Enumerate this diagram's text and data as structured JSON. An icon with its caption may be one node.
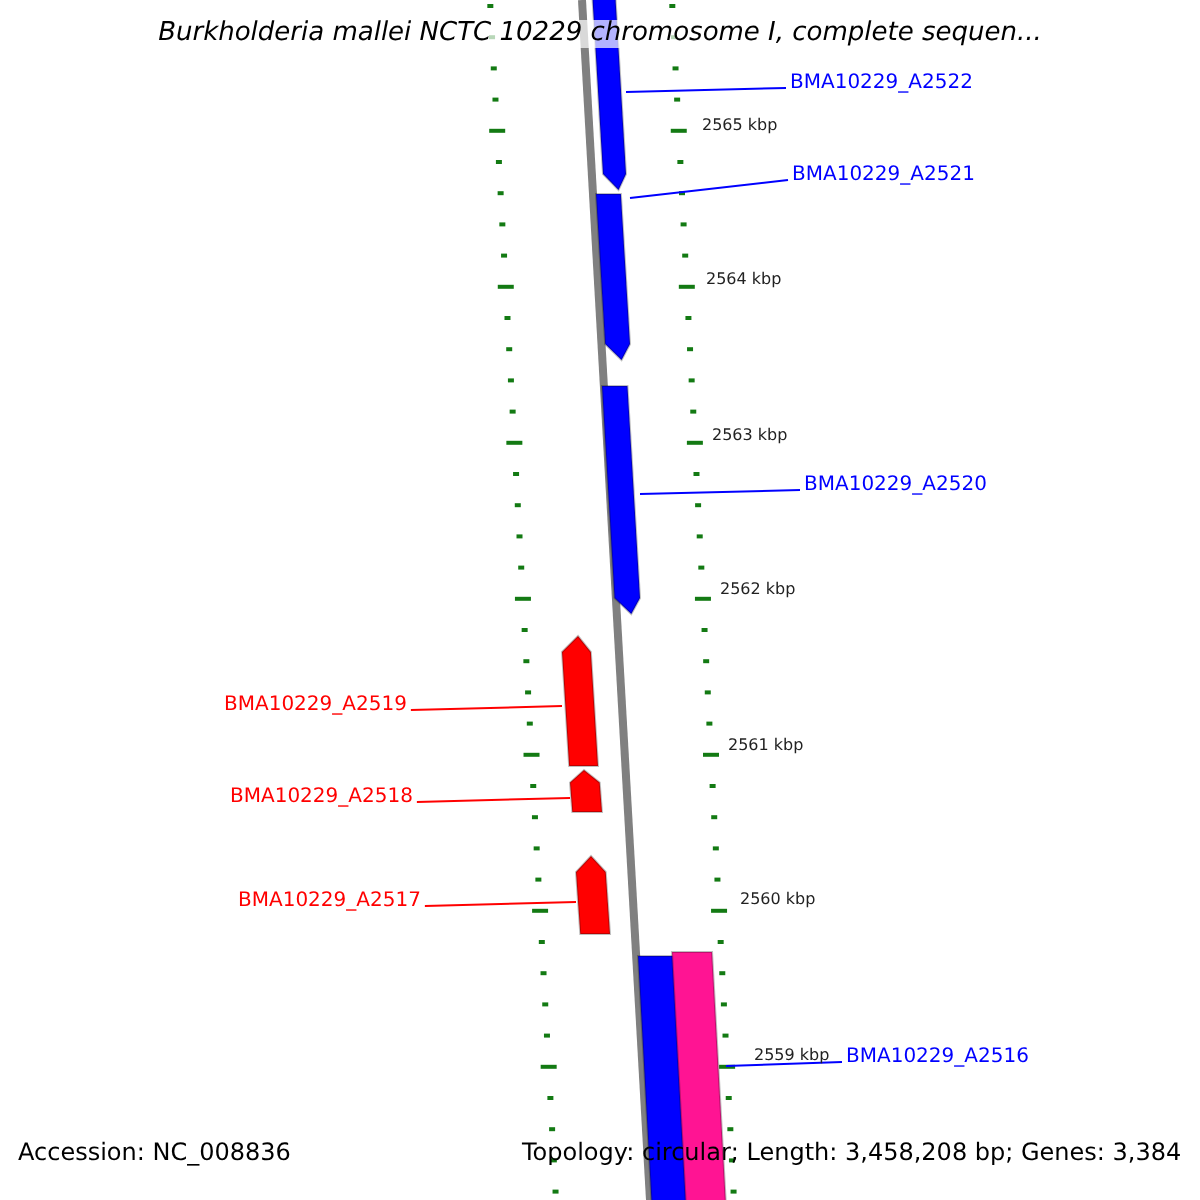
{
  "diagram": {
    "title": "Burkholderia mallei NCTC 10229 chromosome I, complete sequen...",
    "nodes": [
      {
        "text": [
          "BMA10229_A2522"
        ]
      },
      {
        "text": [],
        "shape": "arrow"
      },
      {
        "text": [
          "BMA10229_A2521"
        ]
      },
      {
        "text": [],
        "shape": "arrow"
      },
      {
        "text": [
          "BMA10229_A2520"
        ]
      },
      {
        "text": [],
        "shape": "arrow"
      },
      {
        "text": [
          "BMA10229_A2519"
        ]
      },
      {
        "text": [],
        "shape": "arrow"
      },
      {
        "text": [
          "BMA10229_A2518"
        ]
      },
      {
        "text": [],
        "shape": "arrow"
      },
      {
        "text": [
          "BMA10229_A2517"
        ]
      },
      {
        "text": [],
        "shape": "arrow"
      },
      {
        "text": [],
        "shape": "bar"
      },
      {
        "text": [],
        "shape": "bar"
      },
      {
        "text": [
          "BMA10229_A2516"
        ]
      }
    ],
    "edges": [
      {
        "from": 0,
        "to": 1,
        "arrow": "none"
      },
      {
        "from": 2,
        "to": 3,
        "arrow": "none"
      },
      {
        "from": 4,
        "to": 5,
        "arrow": "none"
      },
      {
        "from": 6,
        "to": 7,
        "arrow": "none",
        "color": "#ff0000"
      },
      {
        "from": 8,
        "to": 9,
        "arrow": "none",
        "color": "#ff0000"
      },
      {
        "from": 10,
        "to": 11,
        "arrow": "none",
        "color": "#ff0000"
      },
      {
        "from": 14,
        "to": 13,
        "arrow": "none"
      }
    ],
    "labels": [
      "2565 kbp",
      "2564 kbp",
      "2563 kbp",
      "2562 kbp",
      "2561 kbp",
      "2560 kbp",
      "2559 kbp",
      "Accession: NC_008836",
      "Topology: circular; Length: 3,458,208 bp; Genes: 3,384"
    ]
  }
}
